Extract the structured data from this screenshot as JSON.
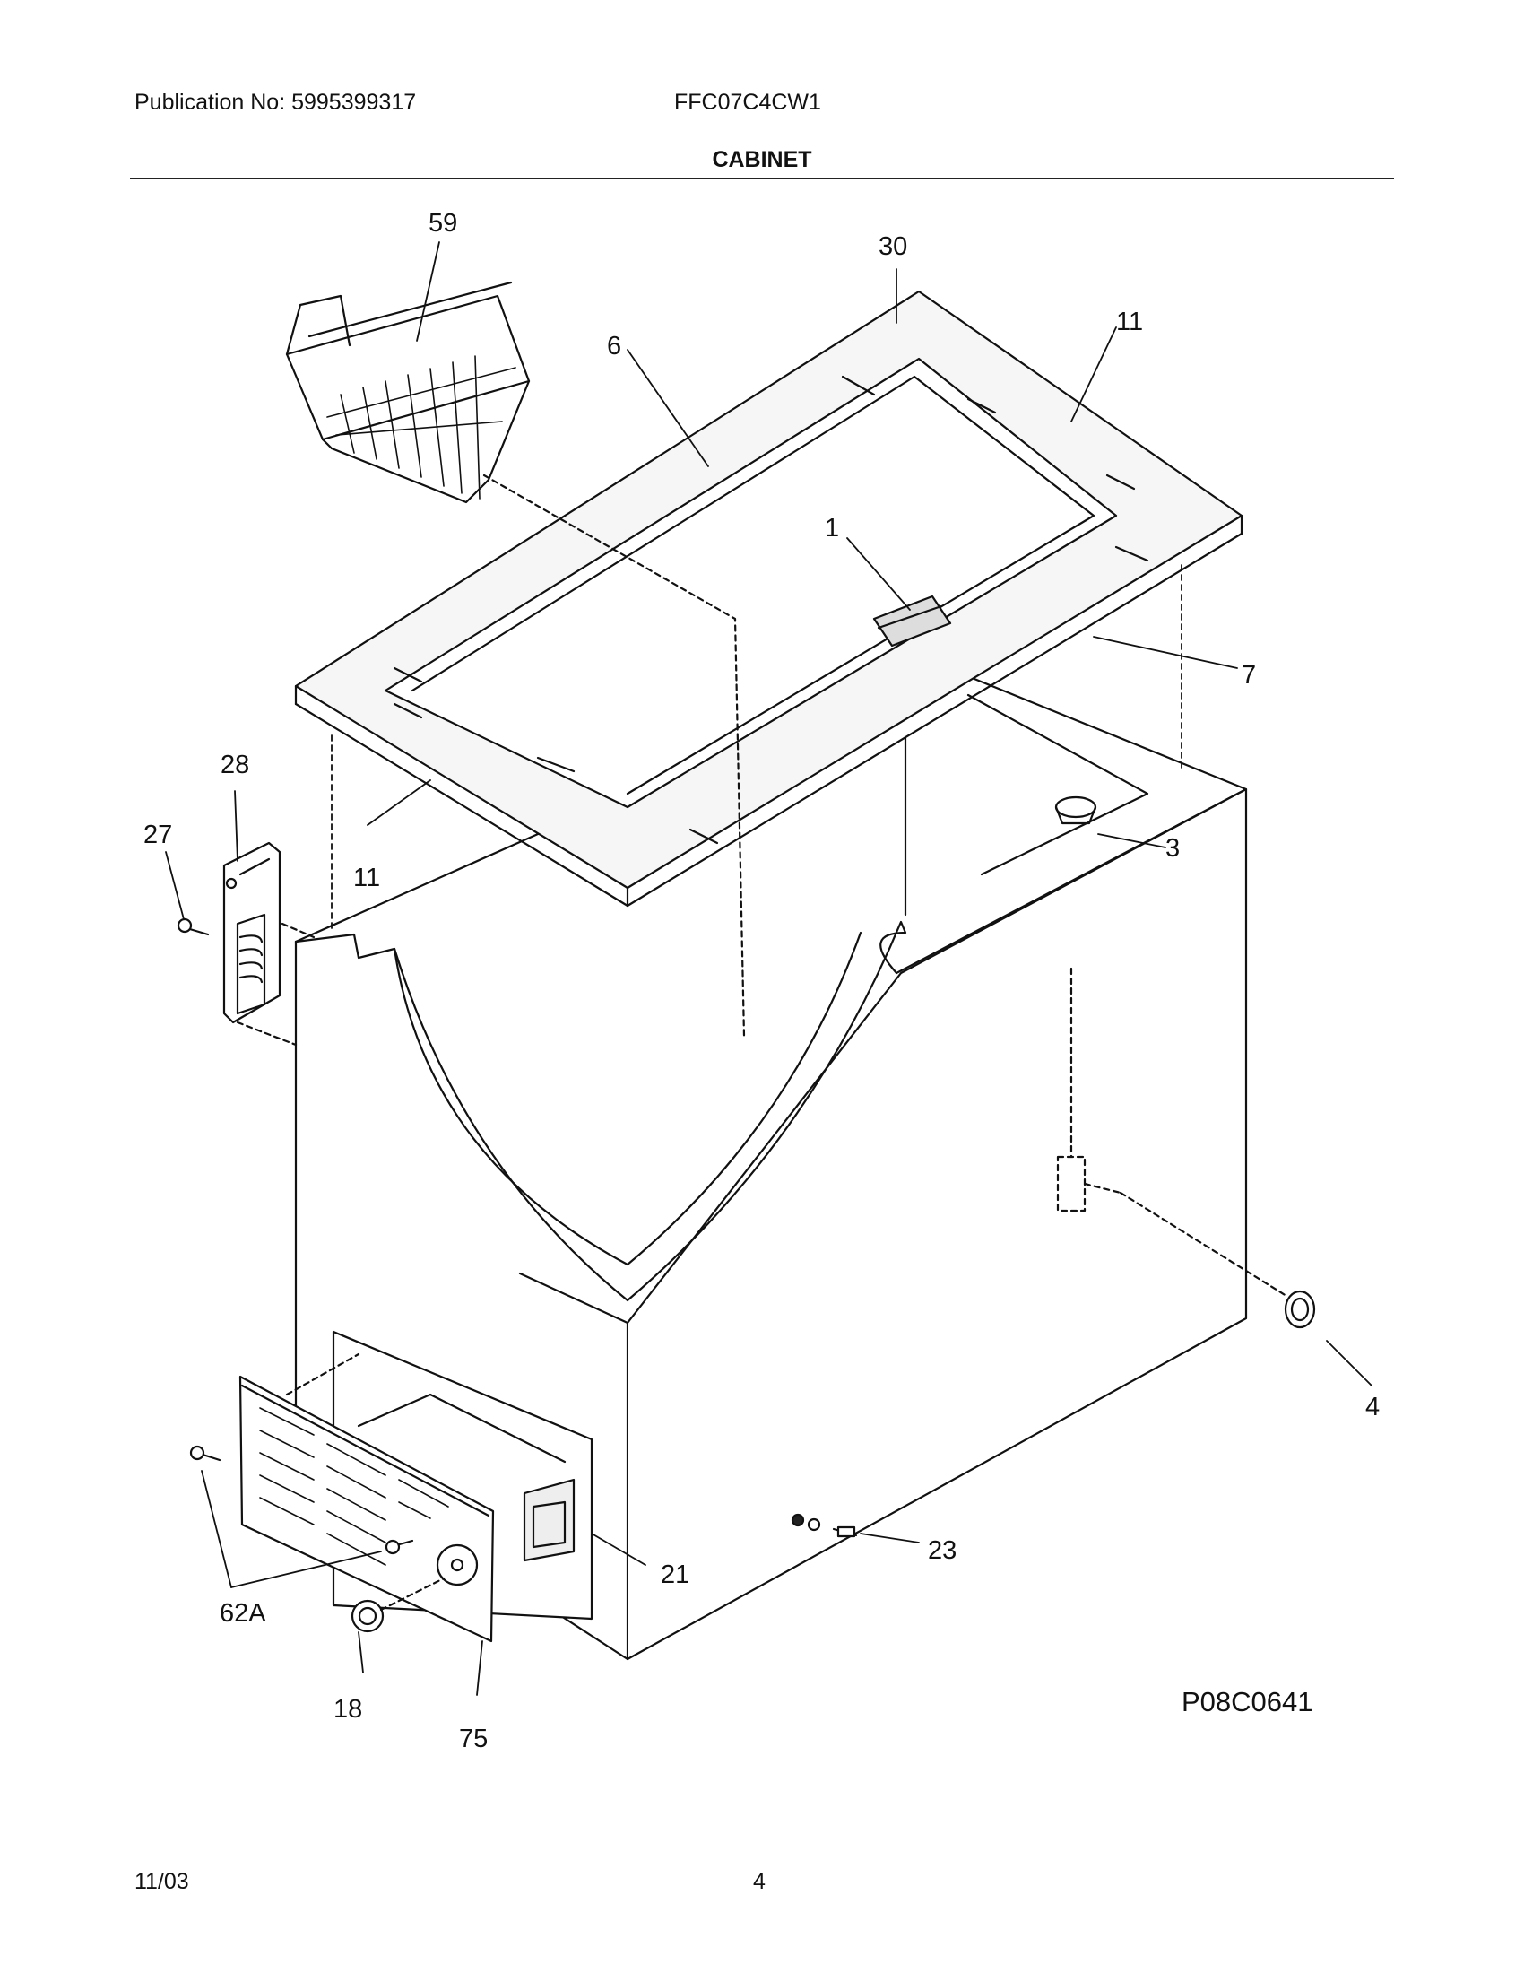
{
  "header": {
    "publication": "Publication No: 5995399317",
    "model": "FFC07C4CW1",
    "section_title": "CABINET"
  },
  "diagram": {
    "figure_id": "P08C0641",
    "callouts": {
      "basket": "59",
      "gasket_corner": "30",
      "gasket_right": "11",
      "gasket_back": "6",
      "lid_handle": "1",
      "gasket_front": "7",
      "hinge": "28",
      "hinge_screw": "27",
      "gasket_left": "11",
      "drain_plug_top": "3",
      "drain_cap": "4",
      "power_cord": "21",
      "grille_screw": "62A",
      "leveling_part": "23",
      "grille_plug": "18",
      "grille": "75"
    }
  },
  "footer": {
    "date": "11/03",
    "page": "4"
  }
}
